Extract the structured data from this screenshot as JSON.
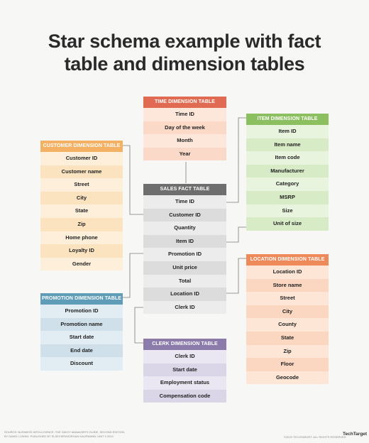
{
  "title_line1": "Star schema example with fact",
  "title_line2": "table and dimension tables",
  "tables": [
    {
      "key": "time",
      "name": "TIME DIMENSION TABLE",
      "header_color": "#e06b52",
      "row_colors": [
        "#fde7db",
        "#fbd9c8"
      ],
      "rows": [
        "Time ID",
        "Day of the week",
        "Month",
        "Year"
      ]
    },
    {
      "key": "item",
      "name": "ITEM DIMENSION TABLE",
      "header_color": "#8cbf60",
      "row_colors": [
        "#e9f4df",
        "#d7ebc6"
      ],
      "rows": [
        "Item ID",
        "Item name",
        "Item code",
        "Manufacturer",
        "Category",
        "MSRP",
        "Size",
        "Unit of size"
      ]
    },
    {
      "key": "customer",
      "name": "CUSTOMER DIMENSION TABLE",
      "header_color": "#f5b163",
      "row_colors": [
        "#fdefd9",
        "#fce3c0"
      ],
      "rows": [
        "Customer ID",
        "Customer name",
        "Street",
        "City",
        "State",
        "Zip",
        "Home phone",
        "Loyalty ID",
        "Gender"
      ]
    },
    {
      "key": "sales",
      "name": "SALES FACT TABLE",
      "header_color": "#6e6e6e",
      "row_colors": [
        "#ececec",
        "#dcdcdc"
      ],
      "rows": [
        "Time ID",
        "Customer ID",
        "Quantity",
        "Item ID",
        "Promotion ID",
        "Unit price",
        "Total",
        "Location ID",
        "Clerk ID"
      ]
    },
    {
      "key": "location",
      "name": "LOCATION DIMENSION TABLE",
      "header_color": "#ee8a5a",
      "row_colors": [
        "#fde6d6",
        "#fbd6c0"
      ],
      "rows": [
        "Location ID",
        "Store name",
        "Street",
        "City",
        "County",
        "State",
        "Zip",
        "Floor",
        "Geocode"
      ]
    },
    {
      "key": "promotion",
      "name": "PROMOTION DIMENSION TABLE",
      "header_color": "#5e9cb8",
      "row_colors": [
        "#e2edf3",
        "#cfe0ea"
      ],
      "rows": [
        "Promotion ID",
        "Promotion name",
        "Start date",
        "End date",
        "Discount"
      ]
    },
    {
      "key": "clerk",
      "name": "CLERK DIMENSION TABLE",
      "header_color": "#8a7bab",
      "row_colors": [
        "#ebe7f2",
        "#dbd5e8"
      ],
      "rows": [
        "Clerk ID",
        "Start date",
        "Employment status",
        "Compensation code"
      ]
    }
  ],
  "footer": {
    "source_line1": "SOURCE: BUSINESS INTELLIGENCE: THE SAVVY MANAGER'S GUIDE, SECOND EDITION,",
    "source_line2": "BY DAVID LOSHIN, PUBLISHED BY ELSEVIER/MORGAN KAUFMANN; UNIT 9 2013",
    "rights": "©2020 TECHTARGET. ALL RIGHTS RESERVED",
    "logo": "TechTarget"
  }
}
